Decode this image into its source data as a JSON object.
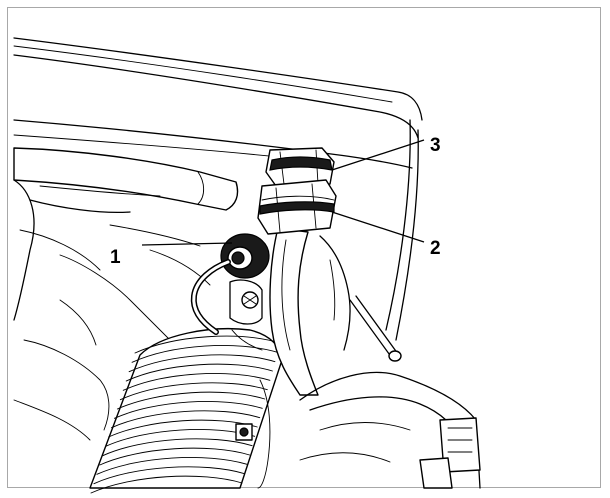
{
  "figure": {
    "callouts": [
      {
        "label": "1",
        "part": "connector-plug"
      },
      {
        "label": "2",
        "part": "hose-union-nut"
      },
      {
        "label": "3",
        "part": "fitting-hex-nut"
      }
    ]
  }
}
